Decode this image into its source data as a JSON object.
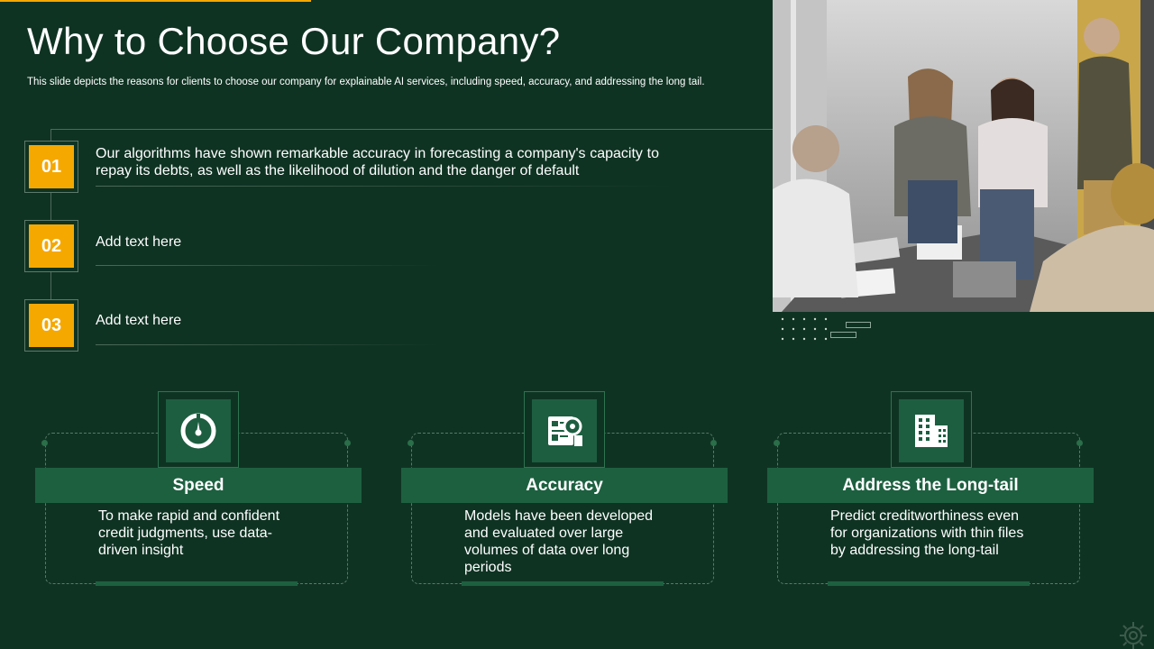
{
  "slide": {
    "title": "Why to Choose Our Company?",
    "subtitle": "This slide depicts the reasons for clients to choose our company for explainable AI services, including speed, accuracy, and addressing the long tail."
  },
  "items": [
    {
      "number": "01",
      "text": "Our algorithms have shown remarkable accuracy in forecasting a company's capacity to repay its debts, as well as the likelihood of dilution and the danger of default"
    },
    {
      "number": "02",
      "text": "Add text here"
    },
    {
      "number": "03",
      "text": "Add text here"
    }
  ],
  "cards": [
    {
      "title": "Speed",
      "description": "To make rapid and confident credit judgments, use data-driven insight",
      "icon": "speedometer-icon"
    },
    {
      "title": "Accuracy",
      "description": "Models have been developed and evaluated over large volumes of data over long periods",
      "icon": "data-analysis-icon"
    },
    {
      "title": "Address the Long-tail",
      "description": "Predict creditworthiness even for organizations with thin files by addressing the long-tail",
      "icon": "building-icon"
    }
  ],
  "colors": {
    "background": "#0f3323",
    "accent": "#f5a800",
    "card_header": "#1d6040"
  },
  "image": {
    "description": "team-meeting-photo"
  }
}
